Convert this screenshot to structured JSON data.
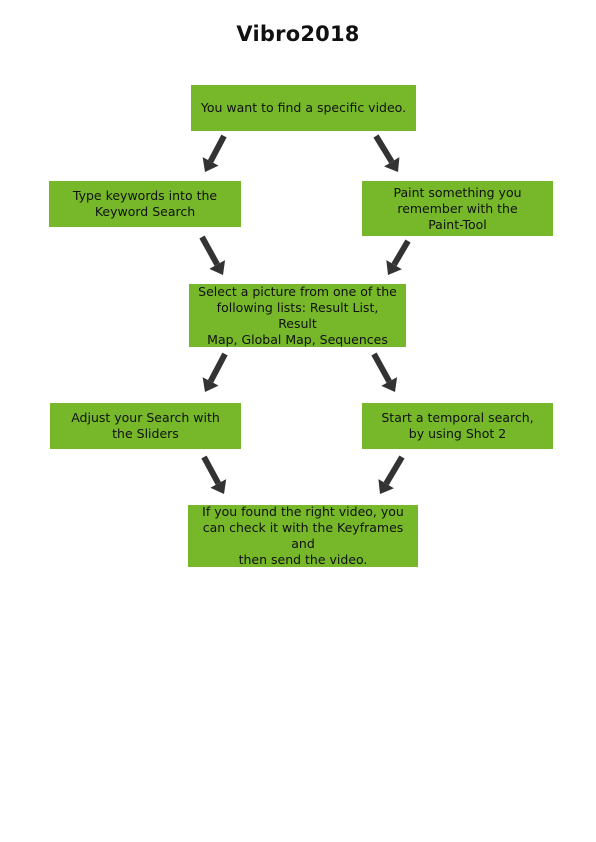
{
  "title": "Vibro2018",
  "colors": {
    "node_fill": "#76b82a",
    "node_text": "#111111",
    "arrow": "#333333"
  },
  "nodes": [
    {
      "id": "start",
      "text": "You want to find a specific video."
    },
    {
      "id": "keyword",
      "text": "Type keywords into the\nKeyword Search"
    },
    {
      "id": "paint",
      "text": "Paint something you\nremember with the\nPaint-Tool"
    },
    {
      "id": "select",
      "text": "Select a picture from one of the\nfollowing lists: Result List, Result\nMap, Global Map, Sequences"
    },
    {
      "id": "sliders",
      "text": "Adjust your Search with\nthe Sliders"
    },
    {
      "id": "temporal",
      "text": "Start a temporal search,\nby using Shot 2"
    },
    {
      "id": "end",
      "text": "If you found the right video, you\ncan check it with the Keyframes and\nthen send the video."
    }
  ],
  "edges": [
    {
      "from": "start",
      "to": "keyword"
    },
    {
      "from": "start",
      "to": "paint"
    },
    {
      "from": "keyword",
      "to": "select"
    },
    {
      "from": "paint",
      "to": "select"
    },
    {
      "from": "select",
      "to": "sliders"
    },
    {
      "from": "select",
      "to": "temporal"
    },
    {
      "from": "sliders",
      "to": "end"
    },
    {
      "from": "temporal",
      "to": "end"
    }
  ]
}
